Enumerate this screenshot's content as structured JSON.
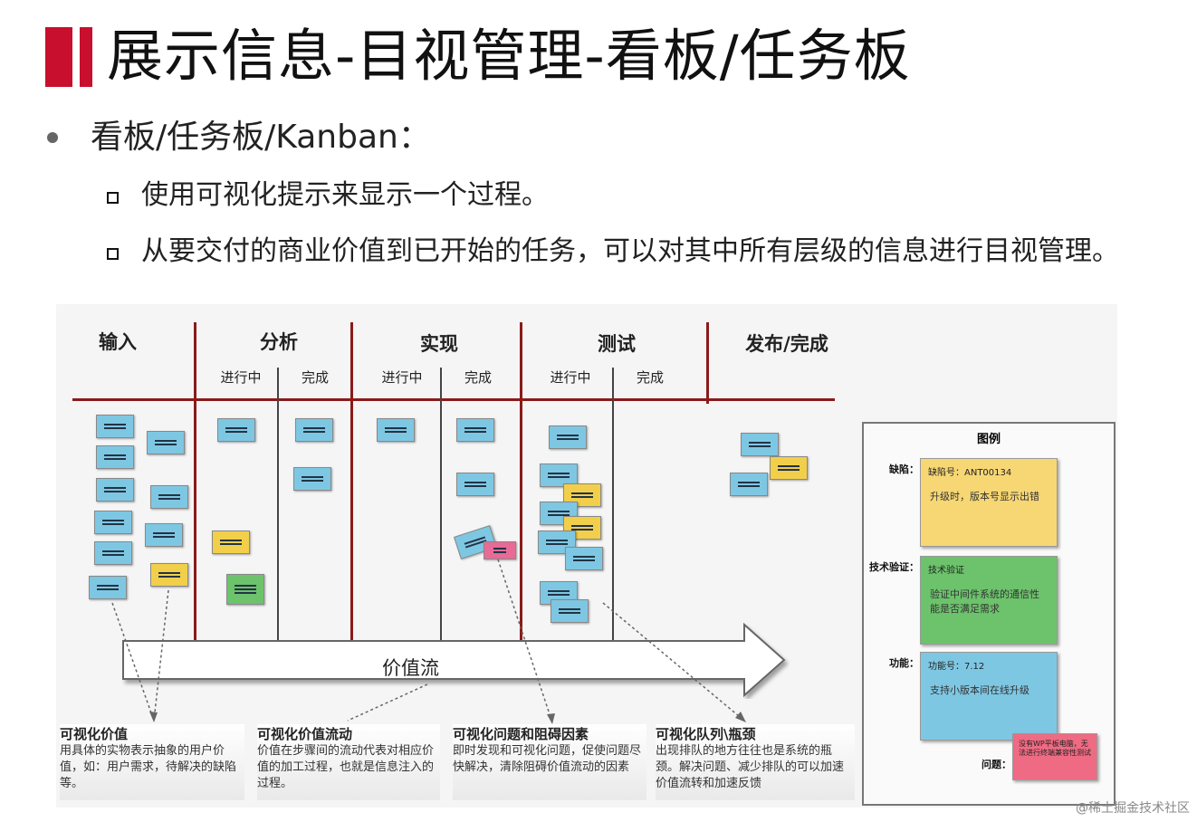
{
  "title": "展示信息-目视管理-看板/任务板",
  "bullet": {
    "text": "看板/任务板/Kanban：",
    "subs": [
      "使用可视化提示来显示一个过程。",
      "从要交付的商业价值到已开始的任务，可以对其中所有层级的信息进行目视管理。"
    ]
  },
  "board": {
    "columns": [
      {
        "label": "输入"
      },
      {
        "label": "分析",
        "subs": [
          "进行中",
          "完成"
        ]
      },
      {
        "label": "实现",
        "subs": [
          "进行中",
          "完成"
        ]
      },
      {
        "label": "测试",
        "subs": [
          "进行中",
          "完成"
        ]
      },
      {
        "label": "发布/完成"
      }
    ],
    "flow_label": "价值流"
  },
  "captions": [
    {
      "title": "可视化价值",
      "text": "用具体的实物表示抽象的用户价值，如：用户需求，待解决的缺陷等。"
    },
    {
      "title": "可视化价值流动",
      "text": "价值在步骤间的流动代表对相应价值的加工过程，也就是信息注入的过程。"
    },
    {
      "title": "可视化问题和阻碍因素",
      "text": "即时发现和可视化问题，促使问题尽快解决，清除阻碍价值流动的因素"
    },
    {
      "title": "可视化队列\\瓶颈",
      "text": "出现排队的地方往往也是系统的瓶颈。解决问题、减少排队的可以加速价值流转和加速反馈"
    }
  ],
  "legend": {
    "title": "图例",
    "items": [
      {
        "label": "缺陷：",
        "head": "缺陷号：ANT00134",
        "body": "升级时，版本号显示出错",
        "color": "#f7d774"
      },
      {
        "label": "技术验证：",
        "head": "技术验证",
        "body": "验证中间件系统的通信性能是否满足需求",
        "color": "#6cc36c"
      },
      {
        "label": "功能：",
        "head": "功能号：7.12",
        "body": "支持小版本间在线升级",
        "color": "#7ec7e3"
      },
      {
        "label": "问题：",
        "head": "没有WP平板电脑，无法进行终端兼容性测试",
        "color": "#ef6b83"
      }
    ]
  },
  "watermark": "@稀土掘金技术社区"
}
